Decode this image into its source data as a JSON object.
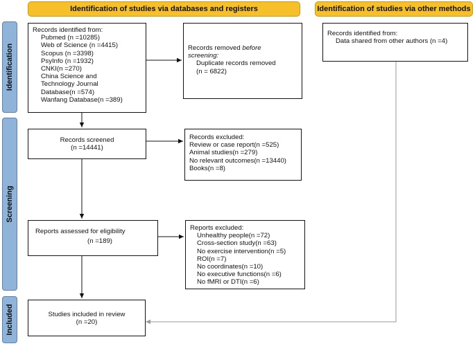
{
  "banners": {
    "main": "Identification of studies via databases and registers",
    "other": "Identification of studies via other methods"
  },
  "phases": {
    "identification": "Identification",
    "screening": "Screening",
    "included": "Included"
  },
  "records_identified": {
    "heading": "Records identified from:",
    "items": [
      "Pubmed (n =10285)",
      "Web of Science (n =4415)",
      "Scopus (n =3398)",
      "PsyInfo (n =1932)",
      "CNKI(n =270)",
      "China Science and",
      "Technology Journal",
      "Database(n =574)",
      "Wanfang Database(n =389)"
    ]
  },
  "records_removed": {
    "line1": "Records removed",
    "line1_italic": "before",
    "line2": "screening:",
    "line3": "Duplicate records removed",
    "line4": "(n = 6822)"
  },
  "other_methods": {
    "heading": "Records identified from:",
    "item": "Data shared from other authors (n =4)"
  },
  "records_screened": {
    "label": "Records screened",
    "count": "(n =14441)"
  },
  "records_excluded": {
    "heading": "Records excluded:",
    "items": [
      "Review or case report(n =525)",
      "Animal studies(n =279)",
      "No relevant outcomes(n =13440)",
      "Books(n =8)"
    ]
  },
  "reports_assessed": {
    "label": "Reports assessed for eligibility",
    "count": "(n =189)"
  },
  "reports_excluded": {
    "heading": "Reports excluded:",
    "items": [
      "Unhealthy people(n =72)",
      "Cross-section study(n =63)",
      "No exercise intervention(n =5)",
      "ROI(n =7)",
      "No coordinates(n =10)",
      "No executive functions(n =6)",
      "No fMRI or DTI(n =6)"
    ]
  },
  "included": {
    "label": "Studies included in review",
    "count": "(n =20)"
  },
  "colors": {
    "banner": "#f5c02a",
    "phase": "#8fb3d9",
    "arrow_main": "#111111",
    "arrow_other": "#9a9a9a"
  }
}
